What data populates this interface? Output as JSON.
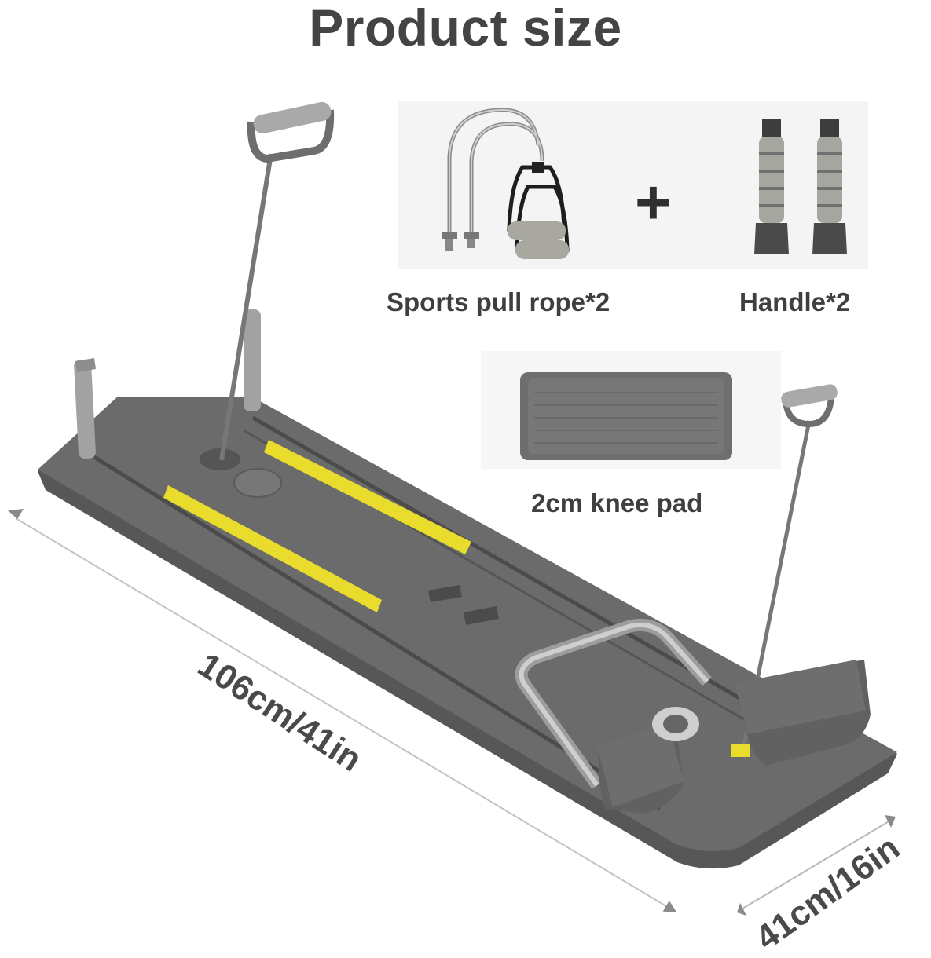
{
  "title": "Product size",
  "accessories": {
    "rope_label": "Sports pull rope*2",
    "plus": "+",
    "handle_label": "Handle*2",
    "pad_label": "2cm knee pad"
  },
  "dimensions": {
    "length": "106cm/41in",
    "width": "41cm/16in"
  },
  "colors": {
    "board": "#6a6a6a",
    "board_edge": "#575757",
    "accent_yellow": "#e9dc2c",
    "grip": "#a3a3a3",
    "text": "#444444"
  }
}
